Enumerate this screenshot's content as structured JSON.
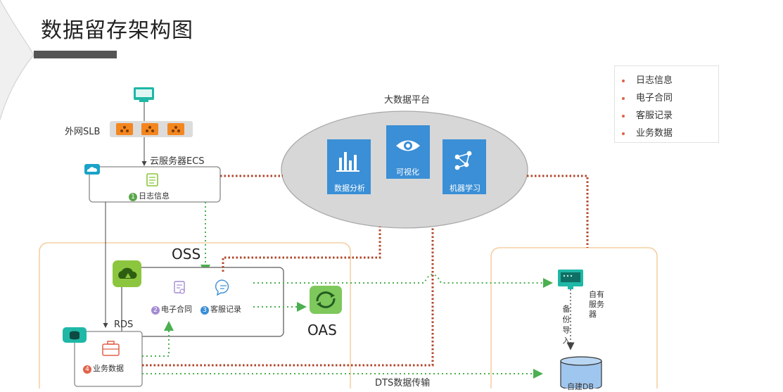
{
  "title": "数据留存架构图",
  "legend": {
    "items": [
      "日志信息",
      "电子合同",
      "客服记录",
      "业务数据"
    ]
  },
  "labels": {
    "external_slb": "外网SLB",
    "ecs": "云服务器ECS",
    "log_info": "日志信息",
    "oss": "OSS",
    "e_contract": "电子合同",
    "customer_service": "客服记录",
    "rds": "RDS",
    "business_data": "业务数据",
    "oas": "OAS",
    "big_data_platform": "大数据平台",
    "data_analysis": "数据分析",
    "visualization": "可视化",
    "machine_learning": "机器学习",
    "own_server": "自有服务器",
    "backup_import": "备份导入",
    "self_built_db": "自建DB",
    "dts": "DTS数据传输"
  },
  "badges": {
    "log_info": "1",
    "e_contract": "2",
    "customer_service": "3",
    "business_data": "4"
  },
  "colors": {
    "green_dotted": "#4caf50",
    "red_dotted": "#b0452a",
    "orange_border": "#f3c690",
    "ellipse_fill": "#d7d7d7",
    "tile_blue": "#3a8fd6",
    "teal": "#1fb7a6",
    "lime": "#8cc63f"
  }
}
